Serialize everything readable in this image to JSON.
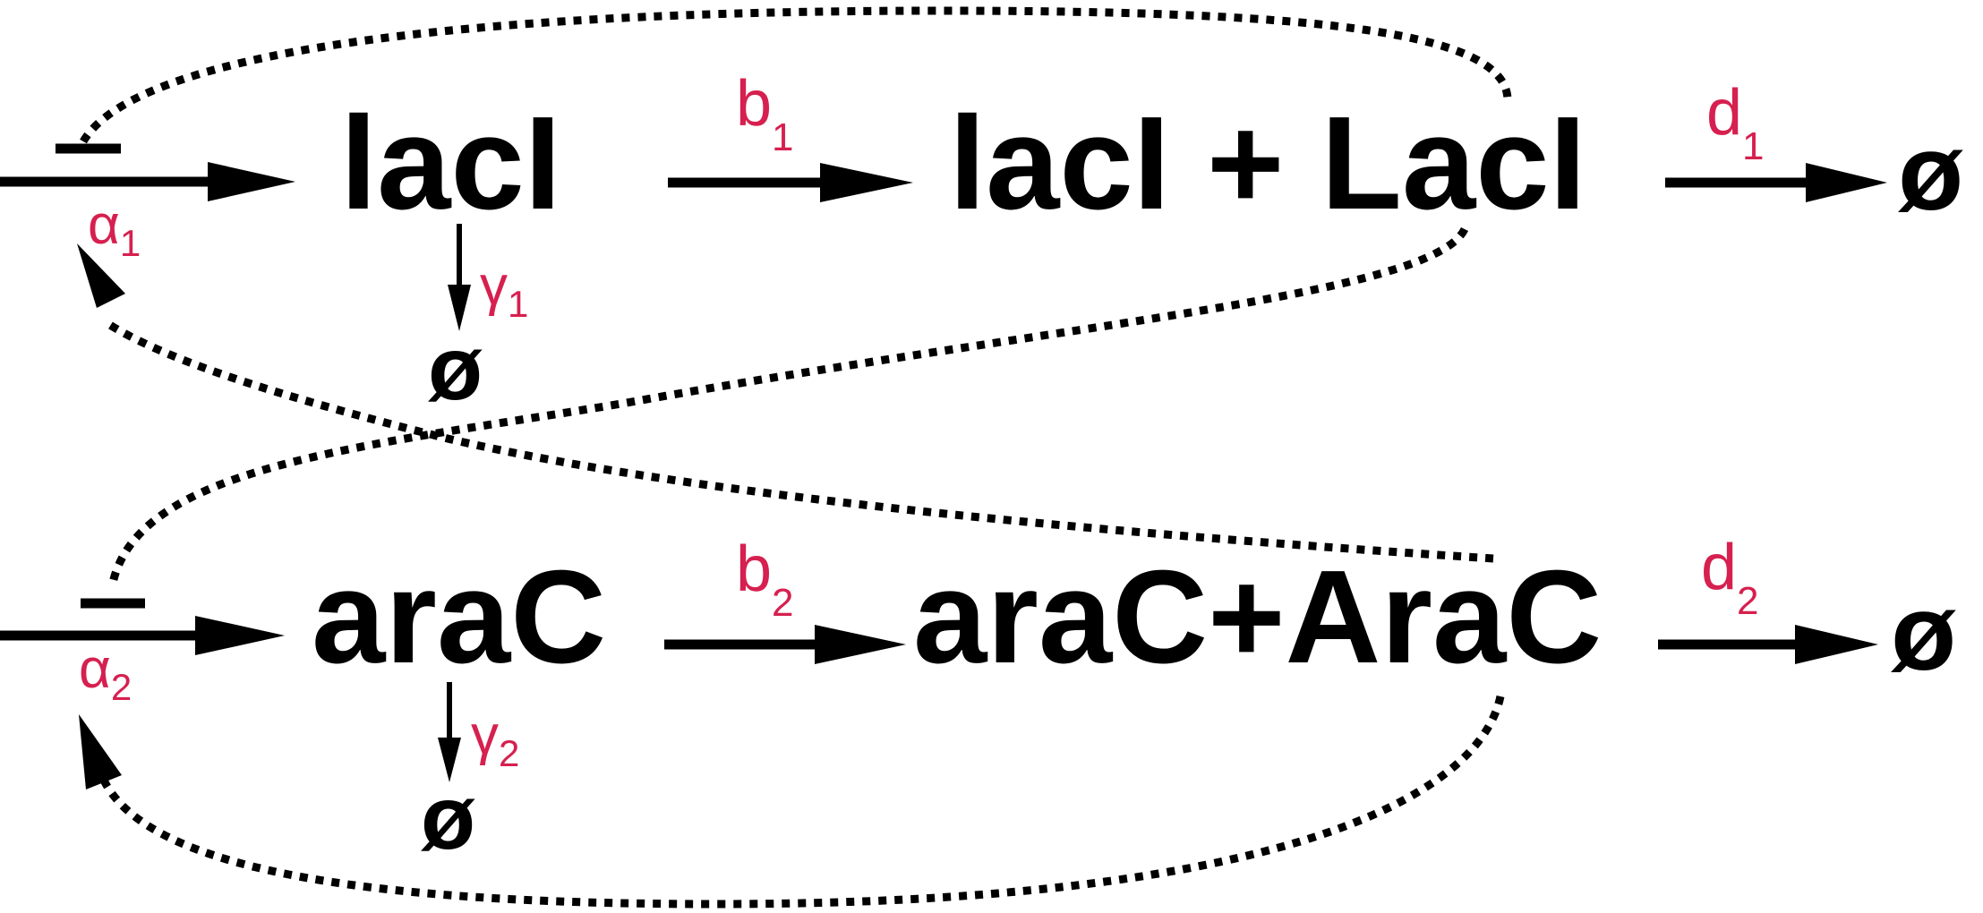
{
  "row1": {
    "gene": "lacI",
    "complex": "lacI + LacI",
    "production_rate": "α",
    "production_rate_sub": "1",
    "translation_rate": "b",
    "translation_rate_sub": "1",
    "decay_rate": "d",
    "decay_rate_sub": "1",
    "mrna_decay_rate": "γ",
    "mrna_decay_rate_sub": "1",
    "null_product": "ø",
    "null_mrna": "ø"
  },
  "row2": {
    "gene": "araC",
    "complex": "araC+AraC",
    "production_rate": "α",
    "production_rate_sub": "2",
    "translation_rate": "b",
    "translation_rate_sub": "2",
    "decay_rate": "d",
    "decay_rate_sub": "2",
    "mrna_decay_rate": "γ",
    "mrna_decay_rate_sub": "2",
    "null_product": "ø",
    "null_mrna": "ø"
  },
  "colors": {
    "rate_label": "#d6204f",
    "species": "#000000"
  }
}
